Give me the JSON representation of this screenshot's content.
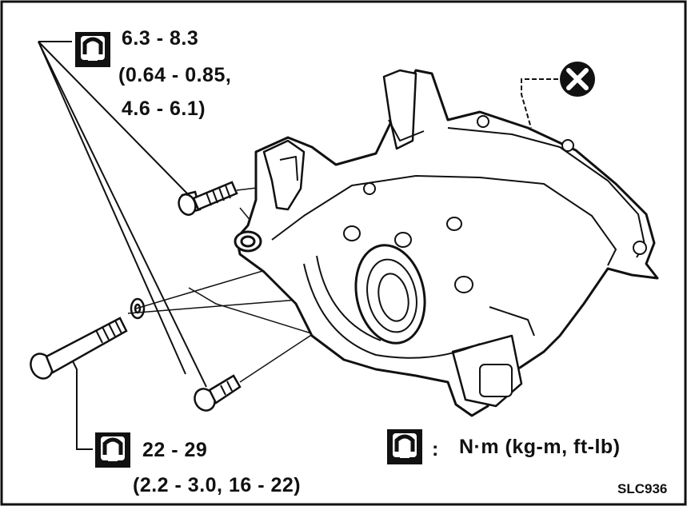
{
  "frame": {
    "border_color": "#111111",
    "background": "#ffffff"
  },
  "torque_top": {
    "icon": "torque-wrench-icon",
    "line1": "6.3 - 8.3",
    "line2": "(0.64 - 0.85,",
    "line3": "4.6 - 6.1)"
  },
  "torque_bottom": {
    "icon": "torque-wrench-icon",
    "line1": "22 - 29",
    "line2": "(2.2 - 3.0, 16 - 22)"
  },
  "legend": {
    "icon": "torque-wrench-icon",
    "separator": ":",
    "units": "N·m (kg-m, ft-lb)"
  },
  "replace_symbol": {
    "icon": "do-not-reuse-x-icon"
  },
  "figure_code": "SLC936"
}
